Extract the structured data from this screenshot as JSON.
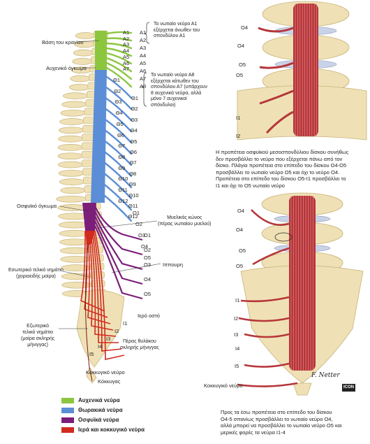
{
  "colors": {
    "cervical": "#8cc63f",
    "thoracic": "#5b8ed6",
    "lumbar": "#7b1e7a",
    "sacral": "#d12a1e",
    "bone": "#efe1b5",
    "bone_edge": "#c8b27a"
  },
  "left": {
    "base_skull": "Βάση του κρανίου",
    "cervical_enlargement": "Αυχενικό όγκωμα",
    "lumbar_enlargement": "Οσφυϊκό όγκωμα",
    "internal_filum": "Εσωτερικό τελικό νημάτιο\n(χοριοειδής μοίρα)",
    "external_filum": "Εξωτερικό\nτελικό νημάτιο\n(μοίρα σκληρής\nμήνιγγας)",
    "conus": "Μυελικός κώνος\n(πέρας νωτιαίου μυελού)",
    "cauda": "Ιππουρη",
    "sacrum": "Ιερό οστό",
    "dural_sac": "Πέρας θυλάκου\nσκληρής μήνιγγας",
    "coccygeal_nerve": "Κοκκυγικό νεύρο",
    "coccyx": "Κόκκυγας",
    "note_a1": "Το νωτιαίο νεύρο Α1\nεξέρχεται άνωθεν του\nσπονδύλου Α1",
    "note_a8": "Το νωτιαίο νεύρο Α8\nεξέρχεται κάτωθεν του\nσπονδύλου Α7 (υπάρχουν\n8 αυχενικά νεύρα, αλλά\nμόνο 7 αυχενικοί\nσπόνδυλοι)",
    "vert_labels_left": [
      "Α1",
      "Α2",
      "Α3",
      "Α4",
      "Α5",
      "Α6",
      "Α7",
      "Θ1",
      "Θ2",
      "Θ3",
      "Θ4",
      "Θ5",
      "Θ6",
      "Θ7",
      "Θ8",
      "Θ9",
      "Θ10",
      "Θ11",
      "Θ12",
      "Ο1",
      "Ο2",
      "Ο3",
      "Ο4",
      "Ο5",
      "Ι1",
      "Ι2",
      "Ι3",
      "Ι4",
      "Ι5"
    ],
    "nerve_labels_right": [
      "Α1",
      "Α2",
      "Α3",
      "Α4",
      "Α5",
      "Α6",
      "Α7",
      "Α8",
      "Θ1",
      "Θ2",
      "Θ3",
      "Θ4",
      "Θ5",
      "Θ6",
      "Θ7",
      "Θ8",
      "Θ9",
      "Θ10",
      "Θ11",
      "Θ12",
      "Ο1",
      "Ο2",
      "Ο3",
      "Ο4",
      "Ο5"
    ]
  },
  "right_top": {
    "labels": [
      "Ο4",
      "Ο4",
      "Ο5",
      "Ο5",
      "Ι1",
      "Ι2"
    ],
    "caption": "Η προπέτεια οσφυϊκού μεσοσπονδύλιου δίσκου συνήθως\nδεν προσβάλλει το νεύρο που εξέρχεται πάνω από τον\nδίσκο. Πλάγια προπέτεια στο επίπεδο του δίσκου Ο4-Ο5\nπροσβάλλει το νωτιαίο νεύρο Ο5 και όχι το νεύρο Ο4.\nΠροπέτεια στο επίπεδο του δίσκου Ο5-Ι1 προσβάλλει το\nΙ1 και όχι το Ο5 νωτιαίο νεύρο"
  },
  "right_bottom": {
    "labels": [
      "Ο4",
      "Ο4",
      "Ο5",
      "Ο5",
      "Ι1",
      "Ι2",
      "Ι3",
      "Ι4",
      "Ι5"
    ],
    "coccygeal": "Κοκκυγικό νεύρο",
    "caption": "Προς τα έσω προπέτεια στο επίπεδο του δίσκου\nΟ4-5 σπανίως προσβάλλει το νωτιαίο νεύρο Ο4,\nαλλά μπορεί να προσβάλλει το νωτιαίο νεύρο Ο5 και\nμερικές φορές τα νεύρα Ι1-4",
    "signature": "F. Netter",
    "logo": "ICON"
  },
  "legend": [
    {
      "label": "Αυχενικά νεύρα",
      "color": "#8cc63f"
    },
    {
      "label": "Θωρακικά νεύρα",
      "color": "#5b8ed6"
    },
    {
      "label": "Οσφυϊκά νεύρα",
      "color": "#7b1e7a"
    },
    {
      "label": "Ιερά και κοκκυγικό νεύρα",
      "color": "#d12a1e"
    }
  ]
}
